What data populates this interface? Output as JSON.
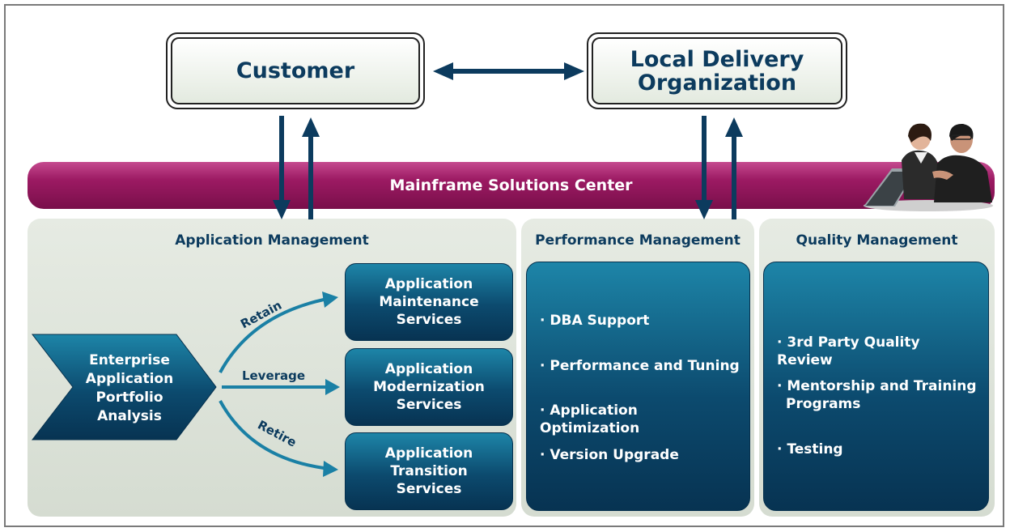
{
  "top": {
    "customer": "Customer",
    "local_delivery": [
      "Local Delivery",
      "Organization"
    ]
  },
  "banner": "Mainframe Solutions Center",
  "application_management": {
    "title": "Application Management",
    "portfolio": [
      "Enterprise",
      "Application",
      "Portfolio",
      "Analysis"
    ],
    "paths": [
      "Retain",
      "Leverage",
      "Retire"
    ],
    "services": [
      [
        "Application",
        "Maintenance",
        "Services"
      ],
      [
        "Application",
        "Modernization",
        "Services"
      ],
      [
        "Application",
        "Transition",
        "Services"
      ]
    ]
  },
  "performance_management": {
    "title": "Performance Management",
    "items": [
      "· DBA Support",
      "· Performance and Tuning",
      "· Application Optimization",
      "· Version Upgrade"
    ]
  },
  "quality_management": {
    "title": "Quality Management",
    "items": [
      "· 3rd Party Quality Review",
      "· Mentorship and Training",
      "Programs",
      "· Testing"
    ]
  },
  "colors": {
    "navy": "#0c3b5e",
    "banner": "#9c1a63",
    "box": "#0c4a6e",
    "panel": "#e1e6de"
  }
}
